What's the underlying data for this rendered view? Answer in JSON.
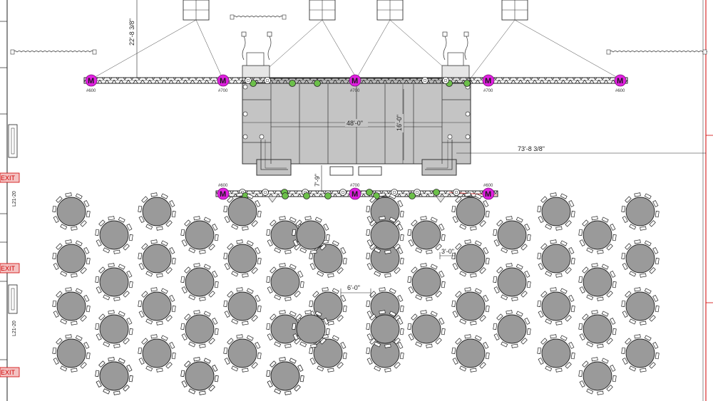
{
  "dimensions": {
    "truss_height": "22'-8 3/8\"",
    "stage_width": "48'-0\"",
    "stage_depth": "16'-0\"",
    "room_offset": "73'-8 3/8\"",
    "front_gap": "7'-9\"",
    "table_spacing": "6'-0\"",
    "aisle_gap": "3'-0\""
  },
  "motors": {
    "marker": "M",
    "upstage": [
      "#600",
      "#700",
      "#700",
      "#700",
      "#600"
    ],
    "downstage": [
      "#600",
      "#700",
      "#600"
    ]
  },
  "exits": [
    "EXIT",
    "EXIT",
    "EXIT"
  ],
  "power_labels": [
    "L21-20",
    "L21-20"
  ],
  "colors": {
    "motor": "#e020e0",
    "fixture": "#6cc04a",
    "table": "#9a9a9a",
    "stage": "#c4c4c4",
    "exit": "#d00000"
  }
}
